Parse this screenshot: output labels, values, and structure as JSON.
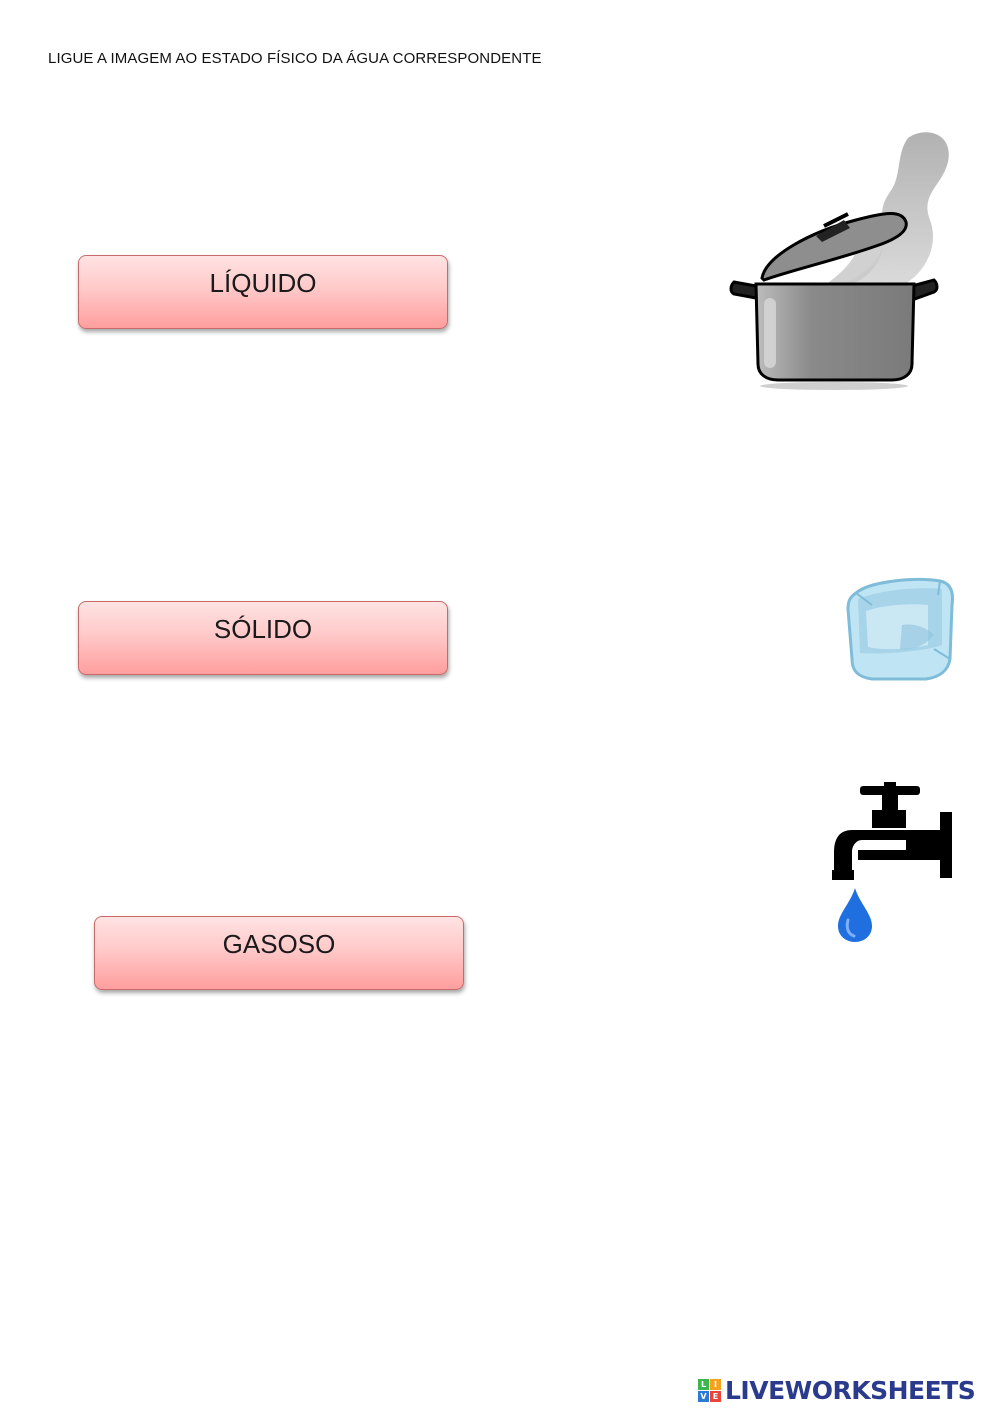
{
  "worksheet": {
    "instruction": "LIGUE A IMAGEM AO ESTADO FÍSICO DA ÁGUA CORRESPONDENTE",
    "states": [
      {
        "label": "LÍQUIDO"
      },
      {
        "label": "SÓLIDO"
      },
      {
        "label": "GASOSO"
      }
    ],
    "images": [
      {
        "icon": "steaming-pot-icon"
      },
      {
        "icon": "ice-cube-icon"
      },
      {
        "icon": "dripping-faucet-icon"
      }
    ]
  },
  "footer": {
    "brand": "LIVEWORKSHEETS",
    "logo_letters": [
      "L",
      "I",
      "V",
      "E"
    ],
    "colors": {
      "brand_text": "#2a3a8c",
      "logo_tiles": [
        "#3cb64a",
        "#f6a21d",
        "#2a7bd4",
        "#e8443a"
      ]
    }
  },
  "colors": {
    "box_gradient_top": "#ffe3e3",
    "box_gradient_bottom": "#ff9e9e",
    "box_border": "#c96a6a",
    "water_drop": "#1f6fe0",
    "ice": "#a8d8ec",
    "pot": "#8c8c8c"
  }
}
